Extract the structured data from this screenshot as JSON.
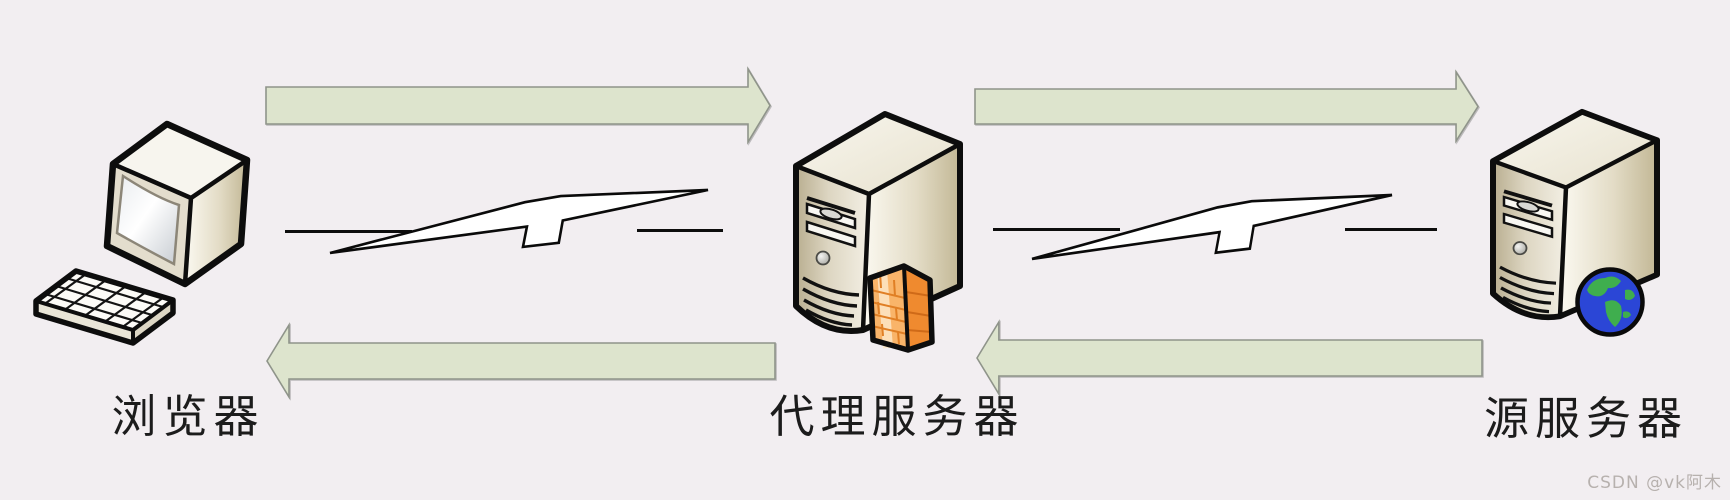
{
  "diagram": {
    "nodes": {
      "browser": {
        "label": "浏览器"
      },
      "proxy": {
        "label": "代理服务器"
      },
      "origin": {
        "label": "源服务器"
      }
    },
    "watermark": "CSDN @vk阿木",
    "icons": {
      "browser": "monitor-and-keyboard-icon",
      "proxy": "server-tower-with-firewall-icon",
      "origin": "server-tower-with-globe-icon",
      "link": "lightning-bolt-icon"
    },
    "colors": {
      "background": "#f2eef1",
      "arrow_fill": "#dde4cd",
      "arrow_border": "#8f948a",
      "tower_beige": "#cec39f",
      "firewall_orange": "#f59b52",
      "globe_ocean": "#2b46d6",
      "globe_land": "#3fae4e",
      "bolt_fill": "#ffffff",
      "outline": "#0d0d0d",
      "watermark_gray": "#b7b1ae"
    }
  }
}
